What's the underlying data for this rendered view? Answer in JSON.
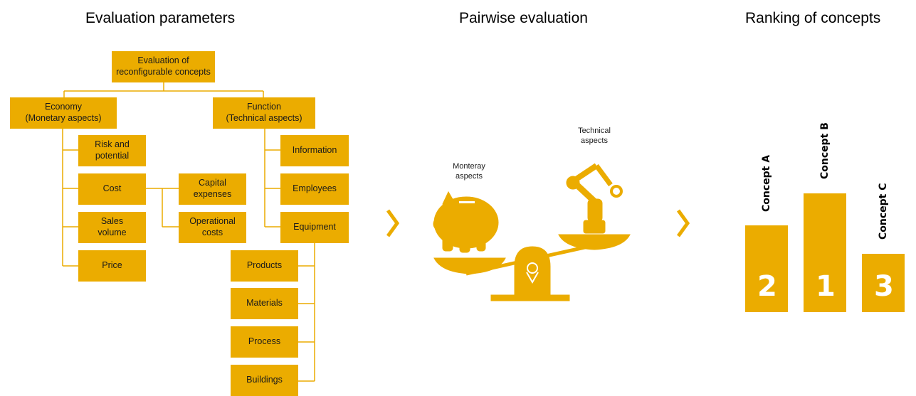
{
  "sections": {
    "parameters_title": "Evaluation parameters",
    "pairwise_title": "Pairwise evaluation",
    "ranking_title": "Ranking of concepts"
  },
  "tree": {
    "root": "Evaluation of\nreconfigurable concepts",
    "economy": "Economy\n(Monetary aspects)",
    "function": "Function\n(Technical aspects)",
    "risk": "Risk and\npotential",
    "cost": "Cost",
    "sales": "Sales\nvolume",
    "price": "Price",
    "capex": "Capital\nexpenses",
    "opex": "Operational\ncosts",
    "information": "Information",
    "employees": "Employees",
    "equipment": "Equipment",
    "products": "Products",
    "materials": "Materials",
    "process": "Process",
    "buildings": "Buildings"
  },
  "pairwise": {
    "monetary_label": "Monteray\naspects",
    "technical_label": "Technical\naspects"
  },
  "ranking": {
    "concepts": [
      {
        "name": "Concept A",
        "rank": "2"
      },
      {
        "name": "Concept B",
        "rank": "1"
      },
      {
        "name": "Concept C",
        "rank": "3"
      }
    ]
  },
  "colors": {
    "accent": "#ebac00",
    "text": "#1a1a1a"
  }
}
